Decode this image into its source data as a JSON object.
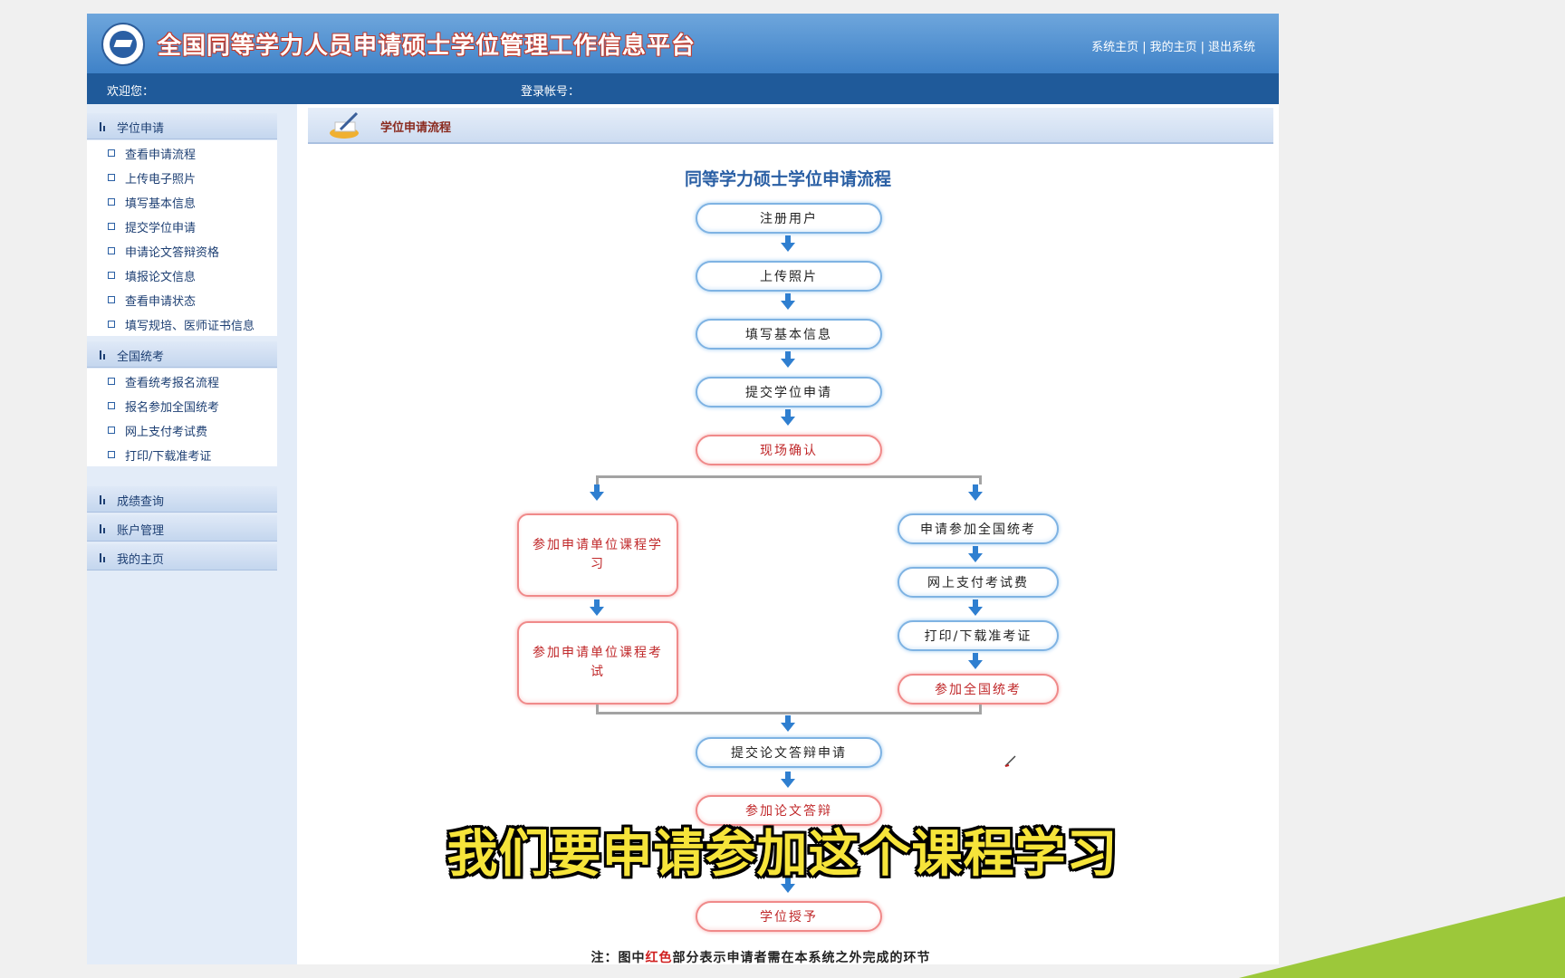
{
  "header": {
    "site_title": "全国同等学力人员申请硕士学位管理工作信息平台",
    "links": [
      "系统主页",
      "我的主页",
      "退出系统"
    ]
  },
  "userbar": {
    "welcome_label": "欢迎您：",
    "account_label": "登录帐号："
  },
  "sidebar": {
    "groups": [
      {
        "title": "学位申请",
        "items": [
          "查看申请流程",
          "上传电子照片",
          "填写基本信息",
          "提交学位申请",
          "申请论文答辩资格",
          "填报论文信息",
          "查看申请状态",
          "填写规培、医师证书信息"
        ]
      },
      {
        "title": "全国统考",
        "items": [
          "查看统考报名流程",
          "报名参加全国统考",
          "网上支付考试费",
          "打印/下载准考证"
        ]
      },
      {
        "title": "成绩查询",
        "items": []
      },
      {
        "title": "账户管理",
        "items": []
      },
      {
        "title": "我的主页",
        "items": []
      }
    ]
  },
  "content": {
    "section_title": "学位申请流程",
    "flow_title": "同等学力硕士学位申请流程",
    "main_steps": [
      "注册用户",
      "上传照片",
      "填写基本信息",
      "提交学位申请",
      "现场确认"
    ],
    "left_branch": [
      "参加申请单位课程学习",
      "参加申请单位课程考试"
    ],
    "right_branch": [
      "申请参加全国统考",
      "网上支付考试费",
      "打印/下载准考证",
      "参加全国统考"
    ],
    "final_steps": [
      "提交论文答辩申请",
      "参加论文答辩",
      "学位授予"
    ],
    "note_prefix": "注：图中",
    "note_red": "红色",
    "note_suffix": "部分表示申请者需在本系统之外完成的环节"
  },
  "overlay": {
    "subtitle": "我们要申请参加这个课程学习"
  },
  "colors": {
    "header_blue": "#4a8cd0",
    "userbar_blue": "#1f5a9a",
    "offline_red": "#c0282a",
    "online_blue": "#7fb3e3"
  }
}
